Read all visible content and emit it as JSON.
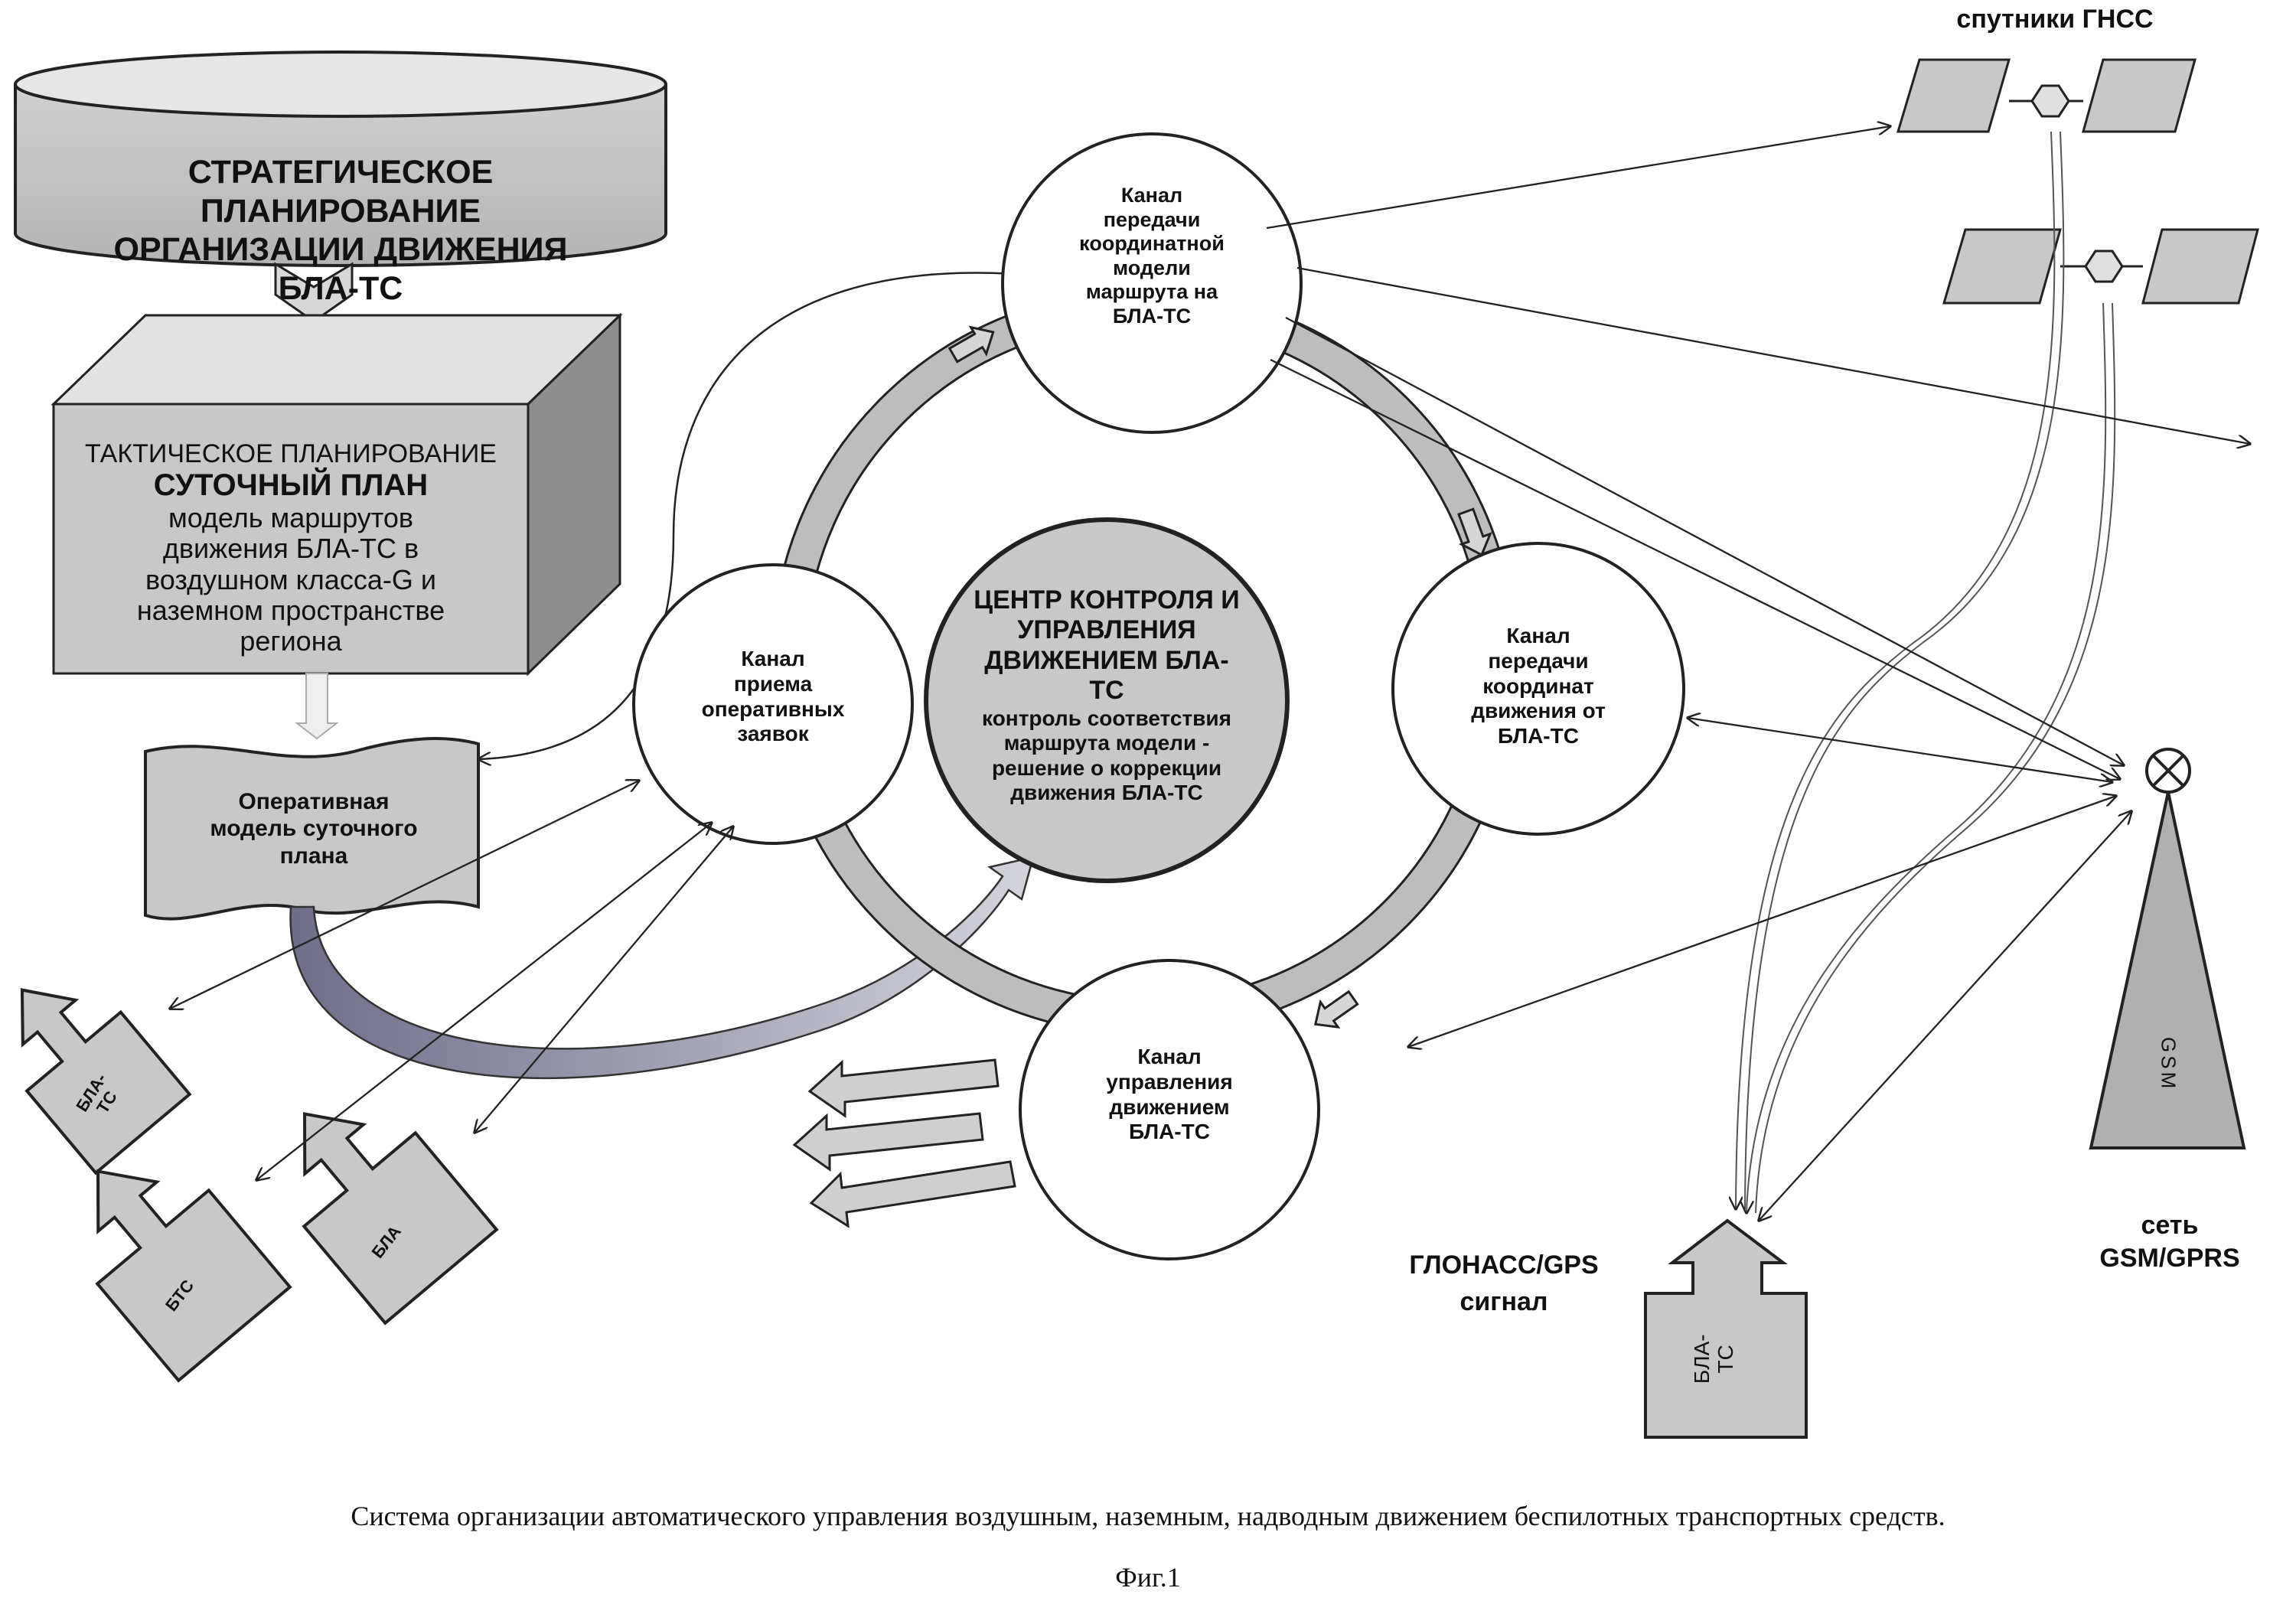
{
  "colors": {
    "box_fill": "#c8c8c8",
    "box_side": "#9a9a9a",
    "box_top": "#e2e2e2",
    "ring": "#bdbdbd",
    "stroke": "#222222"
  },
  "strategic": {
    "line1": "СТРАТЕГИЧЕСКОЕ ПЛАНИРОВАНИЕ",
    "line2": "ОРГАНИЗАЦИИ ДВИЖЕНИЯ БЛА-ТС"
  },
  "tactical": {
    "line1": "ТАКТИЧЕСКОЕ ПЛАНИРОВАНИЕ",
    "line2": "СУТОЧНЫЙ ПЛАН",
    "line3": "модель маршрутов",
    "line4": "движения БЛА-ТС в",
    "line5": "воздушном класса-G и",
    "line6": "наземном пространстве",
    "line7": "региона"
  },
  "operational_model": {
    "line1": "Оперативная",
    "line2": "модель суточного",
    "line3": "плана"
  },
  "center": {
    "line1": "ЦЕНТР КОНТРОЛЯ И",
    "line2": "УПРАВЛЕНИЯ",
    "line3": "ДВИЖЕНИЕМ БЛА-",
    "line4": "ТС",
    "line5": "контроль соответствия",
    "line6": "маршрута модели -",
    "line7": "решение о коррекции",
    "line8": "движения БЛА-ТС"
  },
  "channel_top": {
    "line1": "Канал",
    "line2": "передачи",
    "line3": "координатной",
    "line4": "модели",
    "line5": "маршрута на",
    "line6": "БЛА-ТС"
  },
  "channel_left": {
    "line1": "Канал",
    "line2": "приема",
    "line3": "оперативных",
    "line4": "заявок"
  },
  "channel_right": {
    "line1": "Канал",
    "line2": "передачи",
    "line3": "координат",
    "line4": "движения от",
    "line5": "БЛА-ТС"
  },
  "channel_bottom": {
    "line1": "Канал",
    "line2": "управления",
    "line3": "движением",
    "line4": "БЛА-ТС"
  },
  "satellites_label": "спутники ГНСС",
  "gsm": {
    "tower_label": "GSM",
    "net_line1": "сеть",
    "net_line2": "GSM/GPRS"
  },
  "glonass": {
    "line1": "ГЛОНАСС/GPS",
    "line2": "сигнал"
  },
  "vehicles": {
    "left_top_line1": "БЛА-",
    "left_top_line2": "ТС",
    "bts": "БТС",
    "bla": "БЛА",
    "right_line1": "БЛА-",
    "right_line2": "ТС"
  },
  "caption": "Система организации автоматического управления воздушным, наземным, надводным движением беспилотных транспортных средств.",
  "figure_label": "Фиг.1"
}
